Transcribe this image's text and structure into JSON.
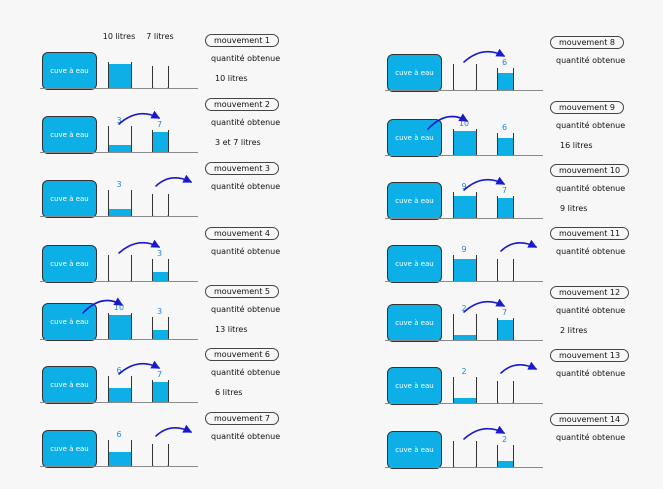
{
  "palette": {
    "bg": "#f7f7f7",
    "water": "#0cb0e6",
    "outline": "#333333",
    "ground": "#8a8a8a",
    "arrow": "#1a1acc",
    "number": "#1f87e5",
    "text": "#111111",
    "tank_text": "#ffffff",
    "chip_border": "#444444"
  },
  "scene": {
    "tank_label": "cuve à eau",
    "capacity_labels": {
      "jug1": "10 litres",
      "jug2": "7 litres"
    },
    "jug1_capacity_litres": 10,
    "jug2_capacity_litres": 7
  },
  "movements": [
    {
      "label": "mouvement 1",
      "caption": "quantité obtenue",
      "result": "10 litres",
      "column": "left",
      "row": 0,
      "show_capacity_labels": true,
      "jug1": {
        "litres": 10,
        "value_label": ""
      },
      "jug2": {
        "litres": 0,
        "value_label": ""
      },
      "arrow": "none"
    },
    {
      "label": "mouvement 2",
      "caption": "quantité obtenue",
      "result": "3 et 7 litres",
      "column": "left",
      "row": 1,
      "show_capacity_labels": false,
      "jug1": {
        "litres": 3,
        "value_label": "3"
      },
      "jug2": {
        "litres": 7,
        "value_label": "7"
      },
      "arrow": "jug1-to-jug2"
    },
    {
      "label": "mouvement 3",
      "caption": "quantité obtenue",
      "result": "",
      "column": "left",
      "row": 2,
      "show_capacity_labels": false,
      "jug1": {
        "litres": 3,
        "value_label": "3"
      },
      "jug2": {
        "litres": 0,
        "value_label": ""
      },
      "arrow": "jug2-away"
    },
    {
      "label": "mouvement 4",
      "caption": "quantité obtenue",
      "result": "",
      "column": "left",
      "row": 3,
      "show_capacity_labels": false,
      "jug1": {
        "litres": 0,
        "value_label": ""
      },
      "jug2": {
        "litres": 3,
        "value_label": "3"
      },
      "arrow": "jug1-to-jug2"
    },
    {
      "label": "mouvement 5",
      "caption": "quantité obtenue",
      "result": "13 litres",
      "column": "left",
      "row": 4,
      "show_capacity_labels": false,
      "jug1": {
        "litres": 10,
        "value_label": "10"
      },
      "jug2": {
        "litres": 3,
        "value_label": "3"
      },
      "arrow": "tank-to-jug1"
    },
    {
      "label": "mouvement 6",
      "caption": "quantité obtenue",
      "result": "6 litres",
      "column": "left",
      "row": 5,
      "show_capacity_labels": false,
      "jug1": {
        "litres": 6,
        "value_label": "6"
      },
      "jug2": {
        "litres": 7,
        "value_label": "7"
      },
      "arrow": "jug1-to-jug2"
    },
    {
      "label": "mouvement 7",
      "caption": "quantité obtenue",
      "result": "",
      "column": "left",
      "row": 6,
      "show_capacity_labels": false,
      "jug1": {
        "litres": 6,
        "value_label": "6"
      },
      "jug2": {
        "litres": 0,
        "value_label": ""
      },
      "arrow": "jug2-away"
    },
    {
      "label": "mouvement 8",
      "caption": "quantité obtenue",
      "result": "",
      "column": "right",
      "row": 0,
      "show_capacity_labels": false,
      "jug1": {
        "litres": 0,
        "value_label": ""
      },
      "jug2": {
        "litres": 6,
        "value_label": "6"
      },
      "arrow": "jug1-to-jug2"
    },
    {
      "label": "mouvement 9",
      "caption": "quantité obtenue",
      "result": "16 litres",
      "column": "right",
      "row": 1,
      "show_capacity_labels": false,
      "jug1": {
        "litres": 10,
        "value_label": "10"
      },
      "jug2": {
        "litres": 6,
        "value_label": "6"
      },
      "arrow": "tank-to-jug1"
    },
    {
      "label": "mouvement 10",
      "caption": "quantité obtenue",
      "result": "9 litres",
      "column": "right",
      "row": 2,
      "show_capacity_labels": false,
      "jug1": {
        "litres": 9,
        "value_label": "9"
      },
      "jug2": {
        "litres": 7,
        "value_label": "7"
      },
      "arrow": "jug1-to-jug2"
    },
    {
      "label": "mouvement 11",
      "caption": "quantité obtenue",
      "result": "",
      "column": "right",
      "row": 3,
      "show_capacity_labels": false,
      "jug1": {
        "litres": 9,
        "value_label": "9"
      },
      "jug2": {
        "litres": 0,
        "value_label": ""
      },
      "arrow": "jug2-away"
    },
    {
      "label": "mouvement 12",
      "caption": "quantité obtenue",
      "result": "2 litres",
      "column": "right",
      "row": 4,
      "show_capacity_labels": false,
      "jug1": {
        "litres": 2,
        "value_label": "2"
      },
      "jug2": {
        "litres": 7,
        "value_label": "7"
      },
      "arrow": "jug1-to-jug2"
    },
    {
      "label": "mouvement 13",
      "caption": "quantité obtenue",
      "result": "",
      "column": "right",
      "row": 5,
      "show_capacity_labels": false,
      "jug1": {
        "litres": 2,
        "value_label": "2"
      },
      "jug2": {
        "litres": 0,
        "value_label": ""
      },
      "arrow": "jug2-away"
    },
    {
      "label": "mouvement 14",
      "caption": "quantité obtenue",
      "result": "",
      "column": "right",
      "row": 6,
      "show_capacity_labels": false,
      "jug1": {
        "litres": 0,
        "value_label": ""
      },
      "jug2": {
        "litres": 2,
        "value_label": "2"
      },
      "arrow": "jug1-to-jug2"
    }
  ]
}
